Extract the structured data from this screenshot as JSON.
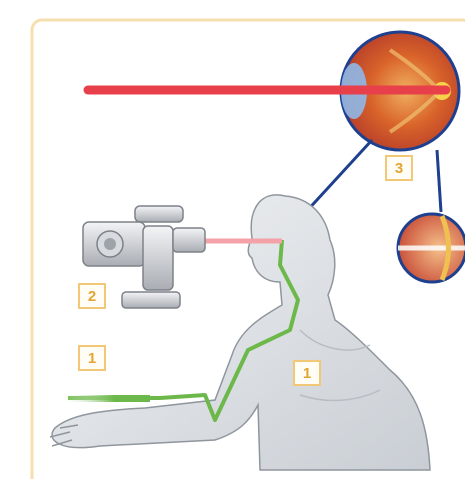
{
  "labels": [
    {
      "id": "eye",
      "text": "3"
    },
    {
      "id": "camera",
      "text": "2"
    },
    {
      "id": "hand",
      "text": "1"
    },
    {
      "id": "body",
      "text": "1"
    }
  ],
  "colors": {
    "frame": "#f6dfae",
    "laser": "#e8404a",
    "nerve_green": "#6db84a",
    "connector_blue": "#1f3f8f",
    "skin": "#d9dee3",
    "label_border": "#f2c776",
    "label_text": "#e3a532"
  },
  "icons": [
    "eye-icon",
    "camera-icon",
    "retina-detail-icon",
    "human-figure-icon"
  ]
}
